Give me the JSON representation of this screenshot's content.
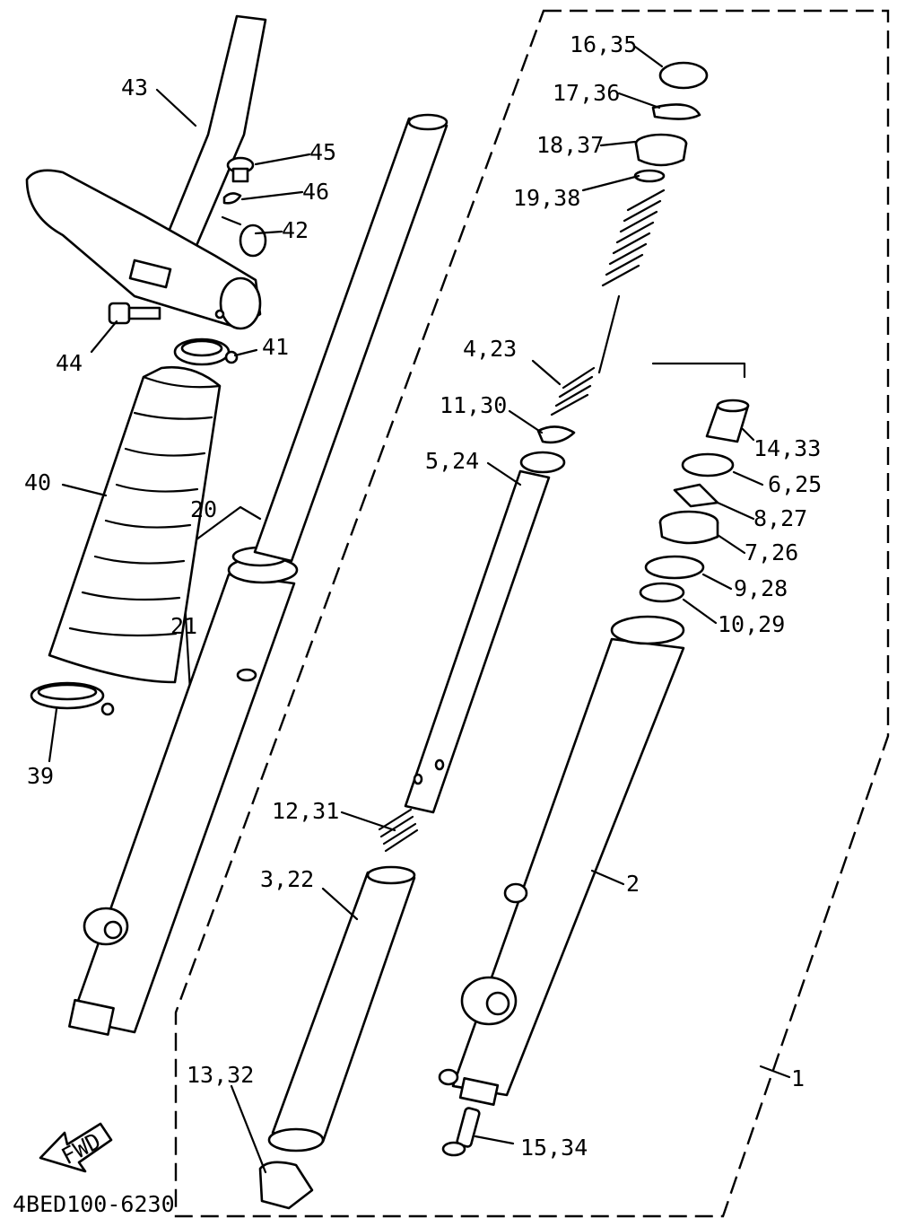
{
  "diagram": {
    "code": "4BED100-6230",
    "fwd": "FWD",
    "labels": {
      "p1": "1",
      "p2": "2",
      "p3_22": "3,22",
      "p4_23": "4,23",
      "p5_24": "5,24",
      "p6_25": "6,25",
      "p7_26": "7,26",
      "p8_27": "8,27",
      "p9_28": "9,28",
      "p10_29": "10,29",
      "p11_30": "11,30",
      "p12_31": "12,31",
      "p13_32": "13,32",
      "p14_33": "14,33",
      "p15_34": "15,34",
      "p16_35": "16,35",
      "p17_36": "17,36",
      "p18_37": "18,37",
      "p19_38": "19,38",
      "p20": "20",
      "p21": "21",
      "p39": "39",
      "p40": "40",
      "p41": "41",
      "p42": "42",
      "p43": "43",
      "p44": "44",
      "p45": "45",
      "p46": "46"
    }
  }
}
